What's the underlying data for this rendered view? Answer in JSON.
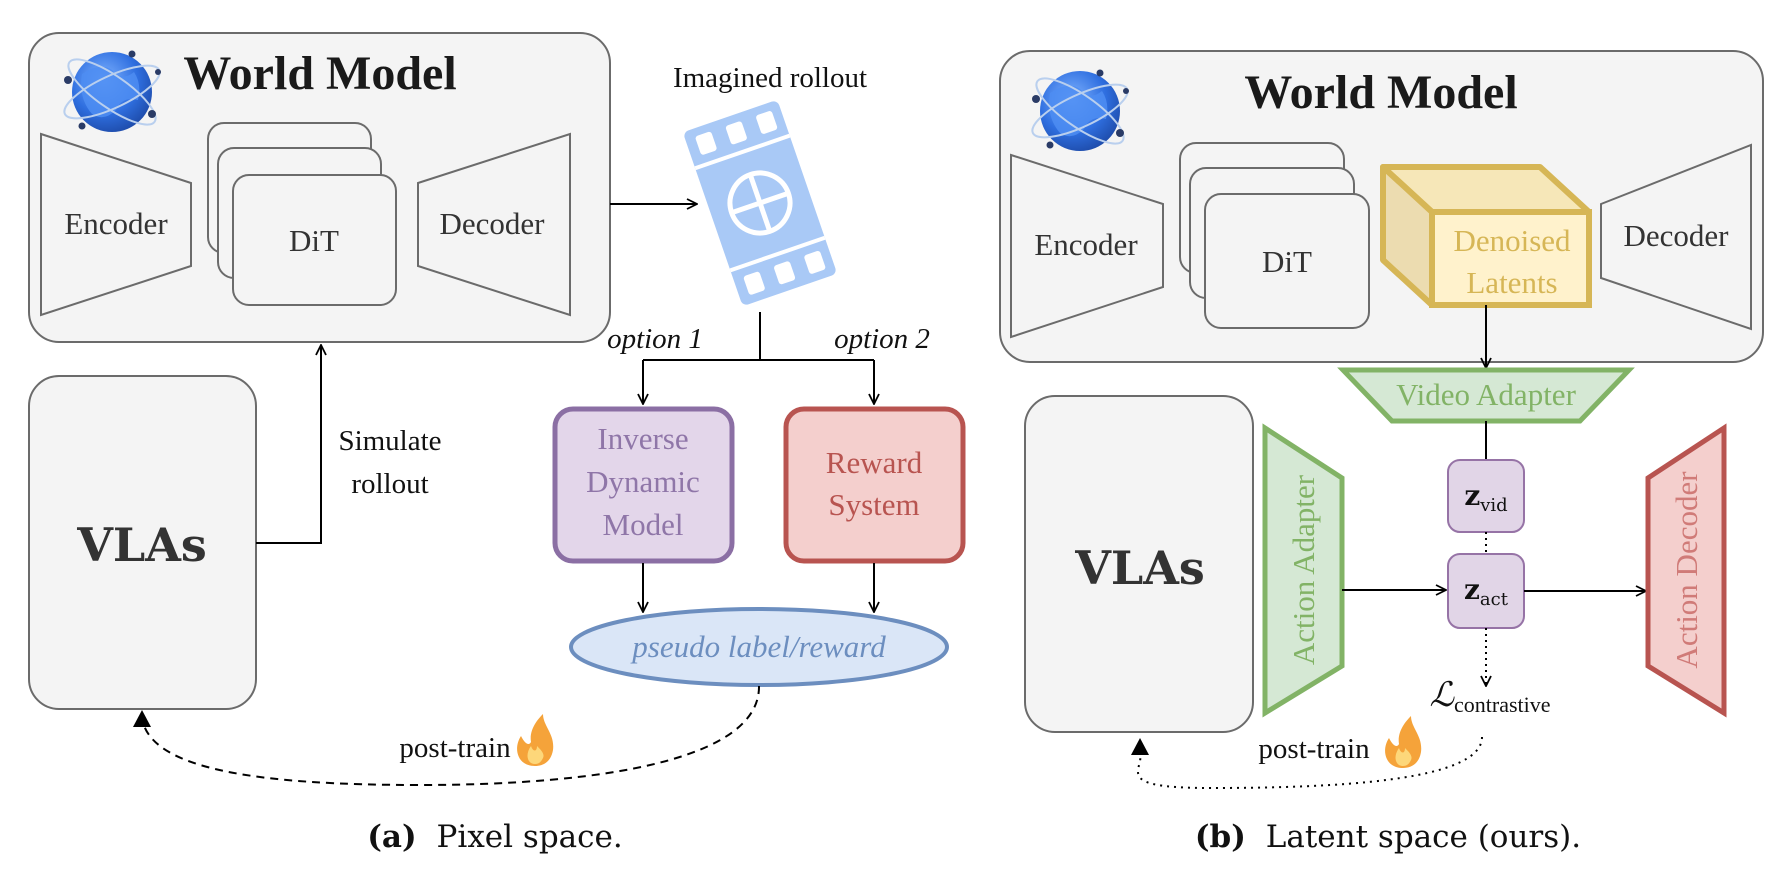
{
  "colors": {
    "panel_fill": "#f4f4f4",
    "panel_stroke": "#6b6b6b",
    "inverse_fill": "#e3d6ea",
    "inverse_stroke": "#8b6fa4",
    "inverse_text": "#8f76a8",
    "reward_fill": "#f4cfcd",
    "reward_stroke": "#b85450",
    "reward_text": "#b85450",
    "pseudo_fill": "#dae6f7",
    "pseudo_stroke": "#6c8ebf",
    "pseudo_text": "#6c8ebf",
    "latent_fill": "#fff2cc",
    "latent_stroke": "#d6b656",
    "latent_text": "#d6b656",
    "adapter_fill": "#d5e8d4",
    "adapter_stroke": "#82b366",
    "adapter_text": "#82b366",
    "decoder_fill": "#f4cfcd",
    "decoder_stroke": "#b85450",
    "z_fill": "#e1d5e7",
    "z_stroke": "#9673a6",
    "film_color": "#a9c9f6",
    "flame_outer": "#f5a33a",
    "flame_inner": "#fdd77a"
  },
  "left": {
    "world_model_title": "World Model",
    "encoder": "Encoder",
    "dit": "DiT",
    "decoder": "Decoder",
    "imagined_rollout": "Imagined rollout",
    "option1": "option 1",
    "option2": "option 2",
    "inverse_line1": "Inverse",
    "inverse_line2": "Dynamic",
    "inverse_line3": "Model",
    "reward_line1": "Reward",
    "reward_line2": "System",
    "pseudo": "pseudo label/reward",
    "vlas": "VLAs",
    "simulate_line1": "Simulate",
    "simulate_line2": "rollout",
    "post_train": "post-train",
    "caption_label": "(a)",
    "caption_text": "Pixel space."
  },
  "right": {
    "world_model_title": "World Model",
    "encoder": "Encoder",
    "dit": "DiT",
    "denoised_line1": "Denoised",
    "denoised_line2": "Latents",
    "decoder": "Decoder",
    "video_adapter": "Video Adapter",
    "vlas": "VLAs",
    "action_adapter": "Action Adapter",
    "z_vid_base": "z",
    "z_vid_sub": "vid",
    "z_act_base": "z",
    "z_act_sub": "act",
    "action_decoder": "Action Decoder",
    "loss_symbol": "ℒ",
    "loss_sub": "contrastive",
    "post_train": "post-train",
    "caption_label": "(b)",
    "caption_text": "Latent space (ours)."
  },
  "icons": {
    "globe": "globe-icon",
    "film": "film-icon",
    "flame": "flame-icon"
  }
}
